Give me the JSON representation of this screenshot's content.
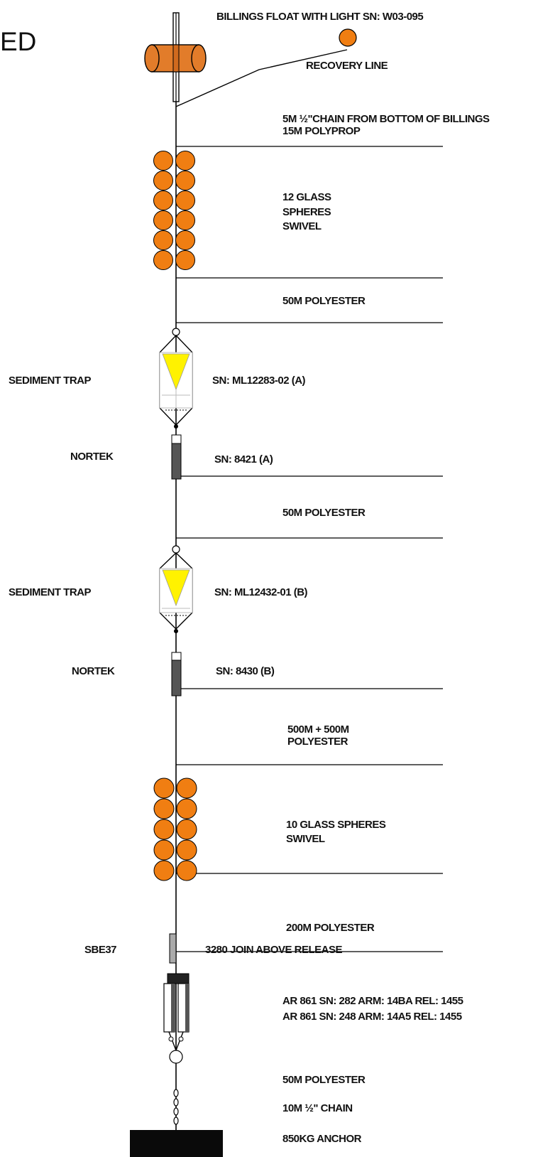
{
  "colors": {
    "line": "#000000",
    "float": "#E27C2A",
    "sphere": "#F07E12",
    "trap_cone": "#FFF200",
    "instrument": "#555555",
    "anchor": "#0a0a0a"
  },
  "heading_partial": "ED",
  "labels": {
    "float": "BILLINGS FLOAT WITH LIGHT SN: W03-095",
    "recovery": "RECOVERY LINE",
    "chain_top_1": "5M ½\"CHAIN FROM BOTTOM OF BILLINGS",
    "chain_top_2": "15M POLYPROP",
    "spheres12_1": "12 GLASS",
    "spheres12_2": "SPHERES",
    "spheres12_3": "SWIVEL",
    "poly50_1": "50M POLYESTER",
    "trap1_name": "SEDIMENT TRAP",
    "trap1_sn": "SN: ML12283-02 (A)",
    "nortek1_name": "NORTEK",
    "nortek1_sn": "SN: 8421 (A)",
    "poly50_2": "50M POLYESTER",
    "trap2_name": "SEDIMENT TRAP",
    "trap2_sn": "SN: ML12432-01 (B)",
    "nortek2_name": "NORTEK",
    "nortek2_sn": "SN: 8430 (B)",
    "poly500_1": "500M + 500M",
    "poly500_2": "POLYESTER",
    "spheres10_1": "10 GLASS SPHERES",
    "spheres10_2": "SWIVEL",
    "poly200": "200M POLYESTER",
    "sbe_name": "SBE37",
    "sbe_sn": "3280 JOIN ABOVE RELEASE",
    "release1": "AR 861 SN: 282  ARM: 14BA  REL: 1455",
    "release2": "AR 861 SN: 248  ARM: 14A5  REL: 1455",
    "poly50_3": "50M POLYESTER",
    "chain_bottom": "10M ½\" CHAIN",
    "anchor": "850KG ANCHOR"
  }
}
